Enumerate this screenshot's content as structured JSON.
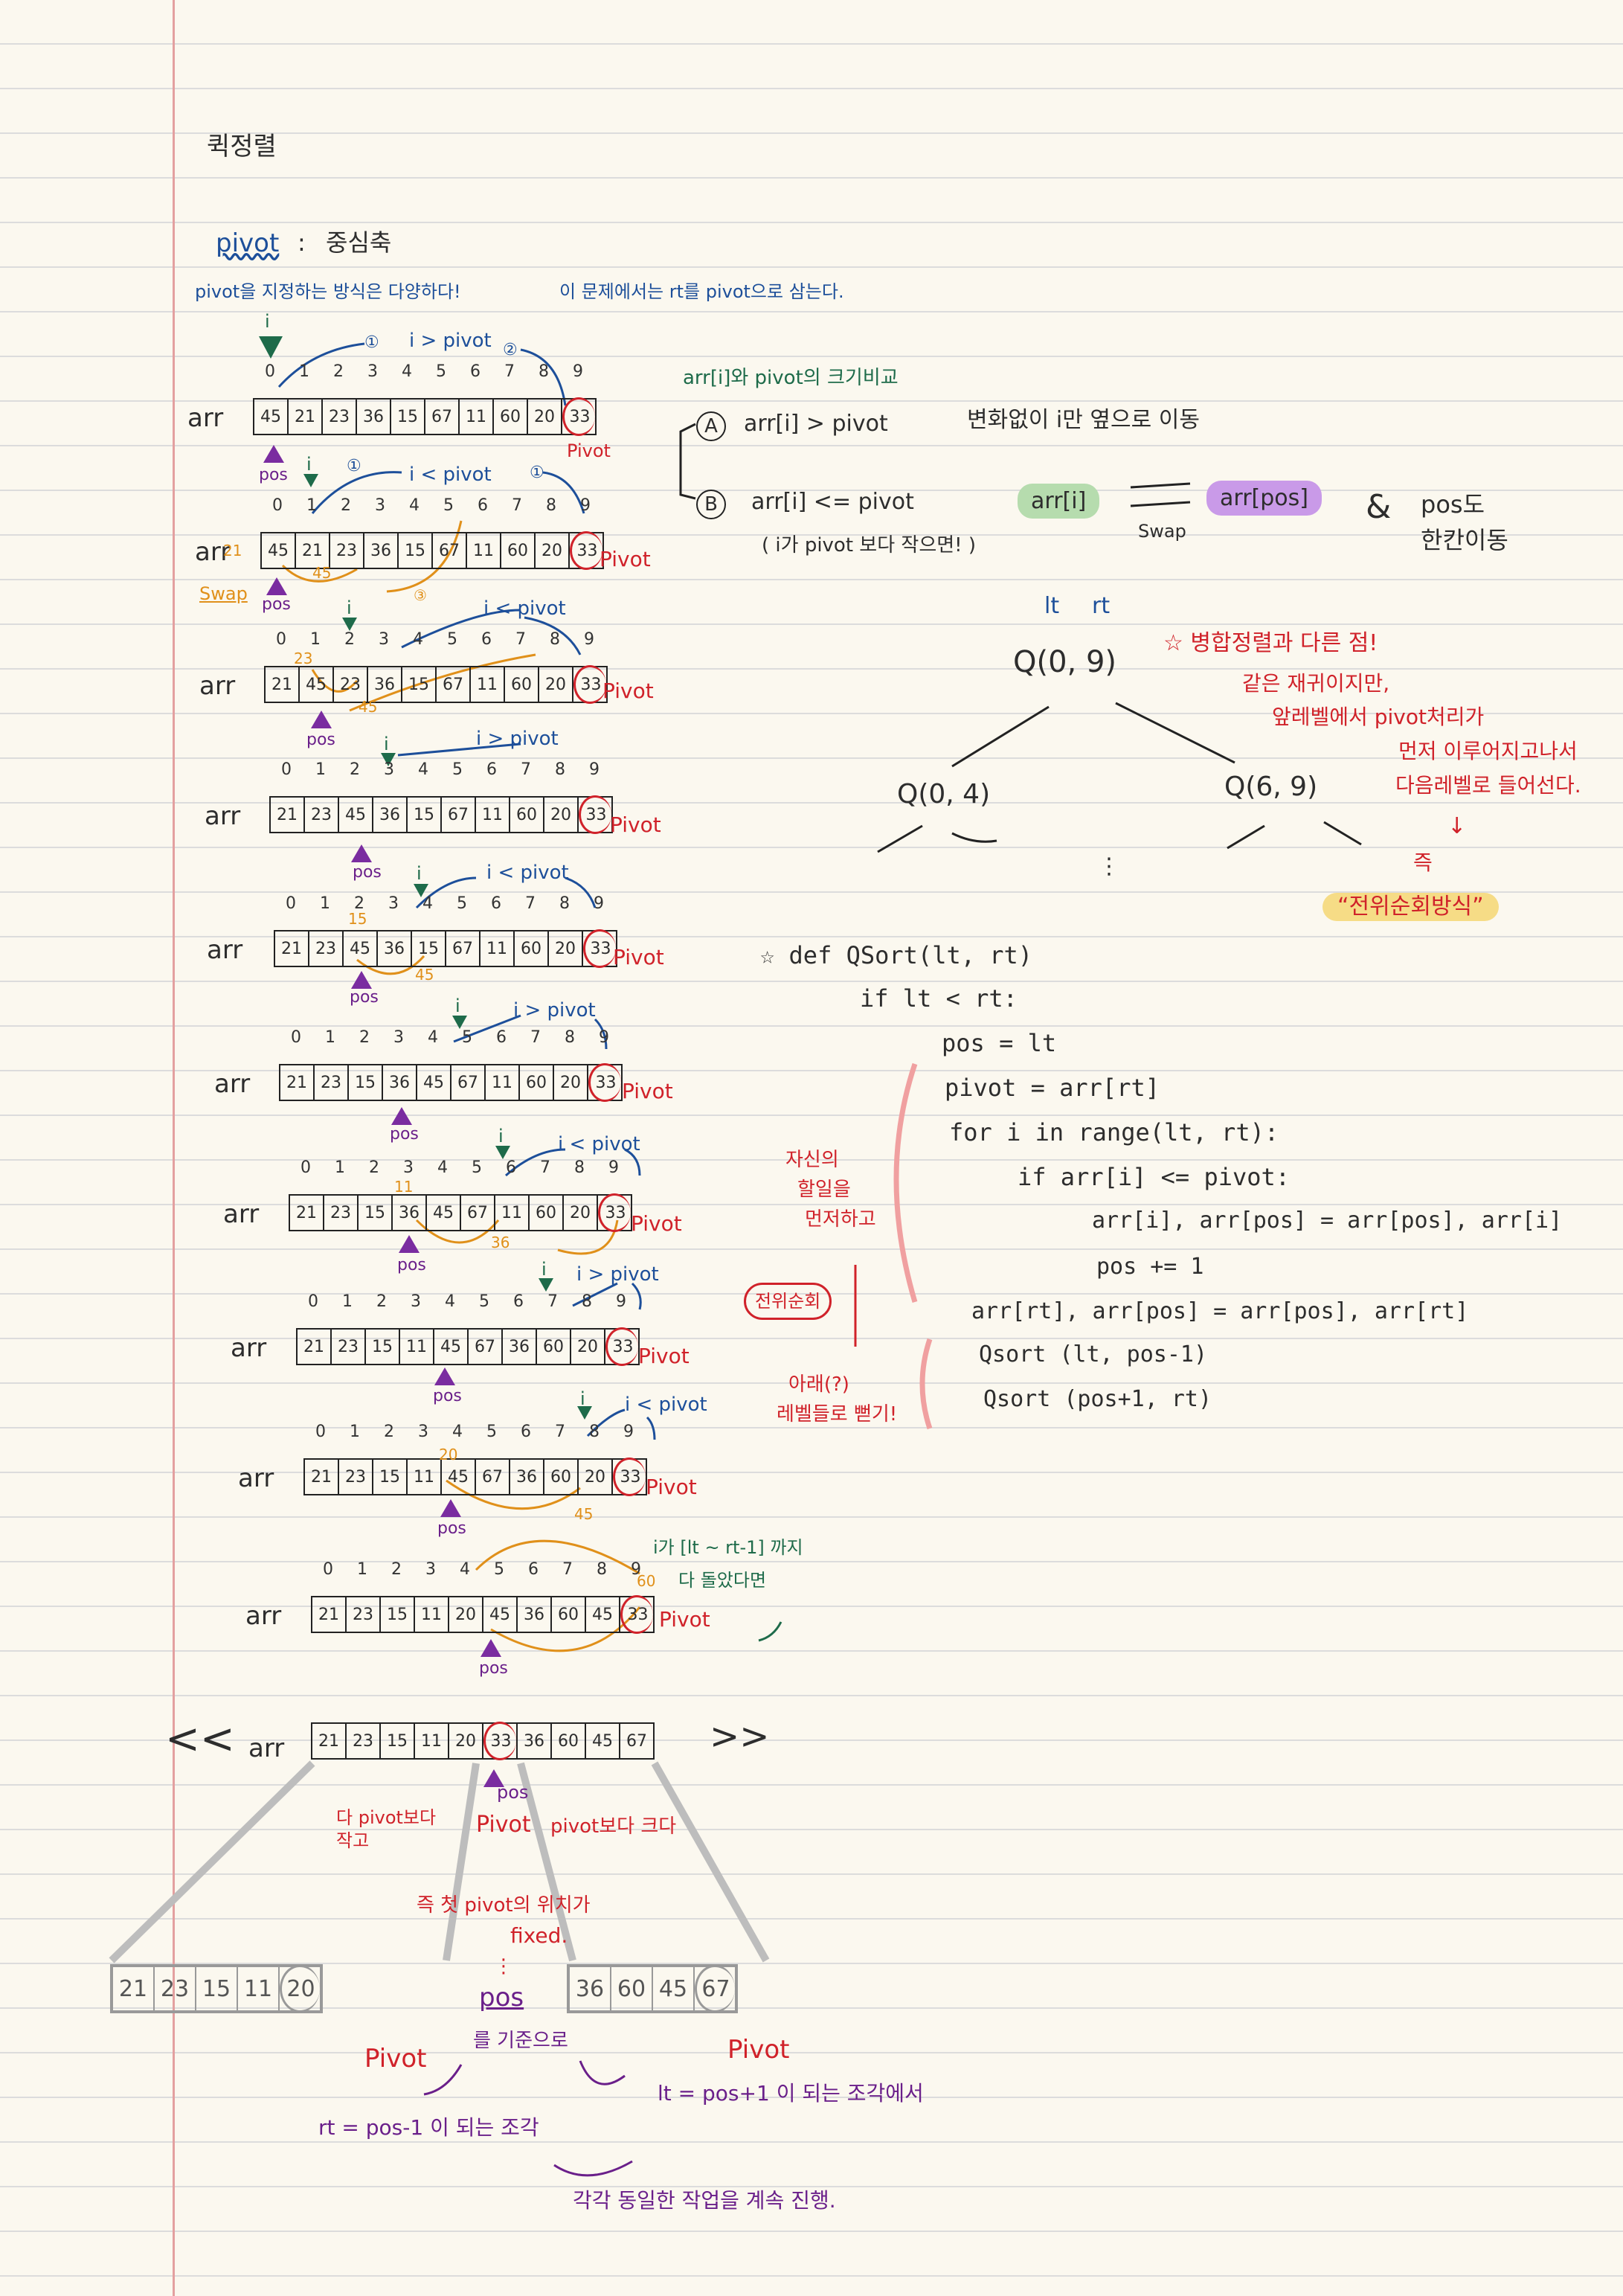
{
  "title": "퀵정렬",
  "pivot_heading": "pivot",
  "pivot_colon": ":",
  "pivot_meaning": "중심축",
  "intro_line1": "pivot을 지정하는 방식은 다양하다!",
  "intro_line2": "이 문제에서는 rt를 pivot으로 삼는다.",
  "labels": {
    "arr": "arr",
    "pos": "pos",
    "pivot": "Pivot",
    "i": "i",
    "swap": "Swap",
    "i_gt_pivot": "i > pivot",
    "i_lt_pivot": "i < pivot",
    "step1": "①",
    "step2": "②",
    "step3": "③"
  },
  "index_labels": [
    "0",
    "1",
    "2",
    "3",
    "4",
    "5",
    "6",
    "7",
    "8",
    "9"
  ],
  "rows": [
    {
      "values": [
        "45",
        "21",
        "23",
        "36",
        "15",
        "67",
        "11",
        "60",
        "20",
        "33"
      ]
    },
    {
      "values": [
        "45",
        "21",
        "23",
        "36",
        "15",
        "67",
        "11",
        "60",
        "20",
        "33"
      ]
    },
    {
      "values": [
        "21",
        "45",
        "23",
        "36",
        "15",
        "67",
        "11",
        "60",
        "20",
        "33"
      ]
    },
    {
      "values": [
        "21",
        "23",
        "45",
        "36",
        "15",
        "67",
        "11",
        "60",
        "20",
        "33"
      ]
    },
    {
      "values": [
        "21",
        "23",
        "45",
        "36",
        "15",
        "67",
        "11",
        "60",
        "20",
        "33"
      ]
    },
    {
      "values": [
        "21",
        "23",
        "15",
        "36",
        "45",
        "67",
        "11",
        "60",
        "20",
        "33"
      ]
    },
    {
      "values": [
        "21",
        "23",
        "15",
        "36",
        "45",
        "67",
        "11",
        "60",
        "20",
        "33"
      ]
    },
    {
      "values": [
        "21",
        "23",
        "15",
        "11",
        "45",
        "67",
        "36",
        "60",
        "20",
        "33"
      ]
    },
    {
      "values": [
        "21",
        "23",
        "15",
        "11",
        "45",
        "67",
        "36",
        "60",
        "20",
        "33"
      ]
    },
    {
      "values": [
        "21",
        "23",
        "15",
        "11",
        "20",
        "45",
        "36",
        "60",
        "45",
        "33"
      ]
    }
  ],
  "swap_numbers": {
    "r2a": "21",
    "r2b": "45",
    "r3a": "23",
    "r3b": "45",
    "r5a": "15",
    "r5b": "45",
    "r7a": "11",
    "r7b": "36",
    "r9a": "20",
    "r9b": "45",
    "r10": "60"
  },
  "end_note1": "i가 [lt ~ rt-1] 까지",
  "end_note2": "다 돌았다면",
  "final_row": {
    "values": [
      "21",
      "23",
      "15",
      "11",
      "20",
      "33",
      "36",
      "60",
      "45",
      "67"
    ]
  },
  "final_marks": {
    "open": "<<",
    "close": ">>"
  },
  "final_labels": {
    "smaller": "다 pivot보다 작고",
    "larger": "pivot보다 크다",
    "fixed1": "즉 첫 pivot의 위치가",
    "fixed2": "fixed.",
    "dots": "⋮"
  },
  "left_part": [
    "21",
    "23",
    "15",
    "11",
    "20"
  ],
  "right_part": [
    "36",
    "60",
    "45",
    "67"
  ],
  "bottom": {
    "pos": "pos",
    "basis": "를 기준으로",
    "left_note": "rt = pos-1 이 되는 조각",
    "right_note": "lt = pos+1 이 되는 조각에서",
    "final_note": "각각 동일한 작업을 계속 진행."
  },
  "compare": {
    "title": "arr[i]와 pivot의 크기비교",
    "a_mark": "A",
    "a_text": "arr[i] > pivot",
    "a_result": "변화없이 i만 옆으로 이동",
    "b_mark": "B",
    "b_text": "arr[i] <= pivot",
    "b_sub": "( i가 pivot 보다 작으면! )",
    "pill1": "arr[i]",
    "pill2": "arr[pos]",
    "swap": "Swap",
    "amp": "&",
    "pos_move1": "pos도",
    "pos_move2": "한칸이동"
  },
  "tree": {
    "lt": "lt",
    "rt": "rt",
    "root": "Q(0, 9)",
    "left": "Q(0, 4)",
    "right": "Q(6, 9)",
    "dots": "⋮",
    "note_star": "☆ 병합정렬과 다른 점!",
    "note1": "같은 재귀이지만,",
    "note2": "앞레벨에서 pivot처리가",
    "note3": "먼저 이루어지고나서",
    "note4": "다음레벨로 들어선다.",
    "arrow": "↓",
    "note5": "즉",
    "highlight": "“전위순회방식”"
  },
  "code": [
    "☆ def QSort(lt, rt)",
    "if lt < rt:",
    "pos = lt",
    "pivot = arr[rt]",
    "for i in range(lt, rt):",
    "if arr[i] <= pivot:",
    "arr[i], arr[pos] = arr[pos], arr[i]",
    "pos += 1",
    "arr[rt], arr[pos] = arr[pos], arr[rt]",
    "Qsort (lt, pos-1)",
    "Qsort (pos+1, rt)"
  ],
  "side": {
    "n1": "자신의",
    "n2": "할일을",
    "n3": "먼저하고",
    "n4": "아래(?)",
    "n5": "레벨들로 뻗기!",
    "circled": "전위순회"
  }
}
